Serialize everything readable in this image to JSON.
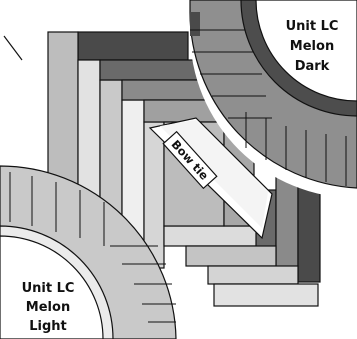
{
  "labels": {
    "dark": [
      "Unit LC",
      "Melon",
      "Dark"
    ],
    "light": [
      "Unit LC",
      "Melon",
      "Light"
    ],
    "bow_tie": "Bow tie"
  },
  "colors": {
    "strip_darkest": "#4a4a4a",
    "strip_dark": "#6f6f6f",
    "strip_mid": "#8e8e8e",
    "strip_midlight": "#ababab",
    "strip_light": "#c8c8c8",
    "strip_lightest": "#e8e8e8",
    "outline": "#111111",
    "background": "#ffffff"
  }
}
